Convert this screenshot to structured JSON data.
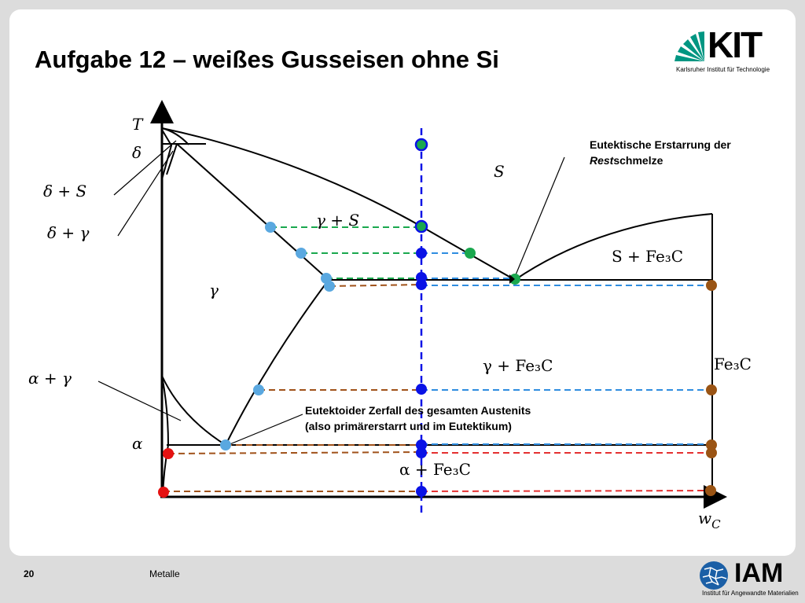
{
  "slide": {
    "title": "Aufgabe 12 – weißes Gusseisen ohne Si",
    "page_number": "20",
    "footer_label": "Metalle"
  },
  "logos": {
    "kit": {
      "word": "KIT",
      "subtitle": "Karlsruher Institut für Technologie",
      "color": "#009682"
    },
    "iam": {
      "word": "IAM",
      "subtitle": "Institut für Angewandte Materialien",
      "color": "#1b5fa6"
    }
  },
  "diagram": {
    "axis_y": "T",
    "axis_x_main": "w",
    "axis_x_sub": "C",
    "phases": {
      "delta": "δ",
      "delta_s": "δ + S",
      "delta_gamma": "δ + γ",
      "gamma": "γ",
      "alpha_gamma": "α + γ",
      "alpha": "α",
      "s": "S",
      "gamma_s": "γ + S",
      "s_fe3c": "S + Fe₃C",
      "gamma_fe3c": "γ + Fe₃C",
      "fe3c": "Fe₃C",
      "alpha_fe3c": "α + Fe₃C"
    },
    "annotations": {
      "eutectic_line1": "Eutektische Erstarrung der",
      "eutectic_line2_italic": "Rest",
      "eutectic_line2_rest": "schmelze",
      "eutectoid_line1": "Eutektoider Zerfall des gesamten Austenits",
      "eutectoid_line2": "(also primärerstarrt und im Eutektikum)"
    },
    "colors": {
      "green": "#1aa84e",
      "light_blue": "#5aa8e0",
      "blue": "#0a12e6",
      "brown": "#9a5414",
      "red": "#e51212",
      "dashed_blue": "#2f8de0",
      "dashed_green": "#1aa84e",
      "dashed_brown": "#a0521a",
      "dashed_red": "#e53030"
    }
  }
}
